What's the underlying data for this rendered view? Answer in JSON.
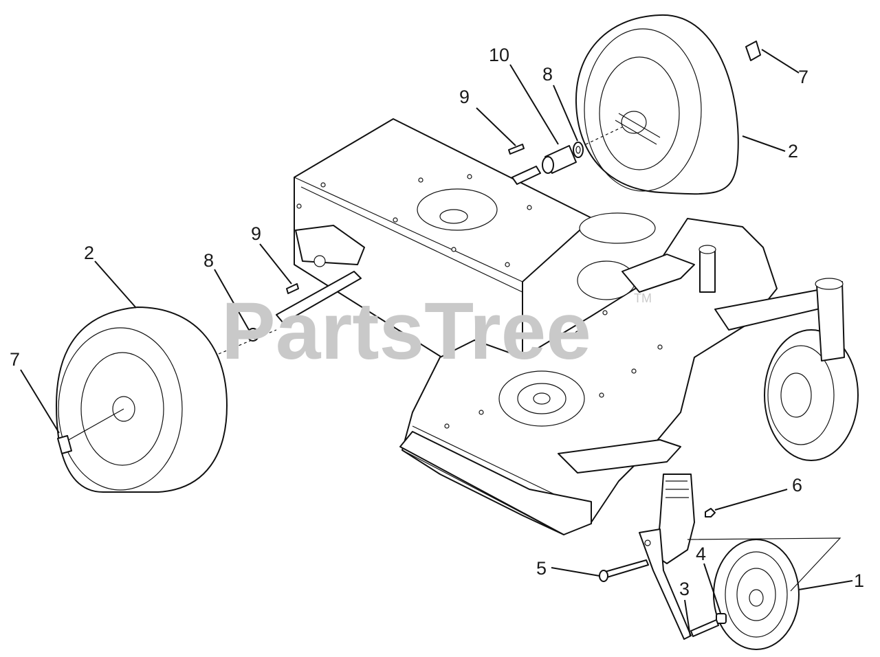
{
  "watermark": {
    "text": "PartsTree",
    "trademark": "TM"
  },
  "callouts": [
    {
      "id": "c10",
      "label": "10"
    },
    {
      "id": "c8a",
      "label": "8"
    },
    {
      "id": "c9a",
      "label": "9"
    },
    {
      "id": "c7a",
      "label": "7"
    },
    {
      "id": "c2a",
      "label": "2"
    },
    {
      "id": "c9b",
      "label": "9"
    },
    {
      "id": "c8b",
      "label": "8"
    },
    {
      "id": "c2b",
      "label": "2"
    },
    {
      "id": "c7b",
      "label": "7"
    },
    {
      "id": "c6",
      "label": "6"
    },
    {
      "id": "c4",
      "label": "4"
    },
    {
      "id": "c5",
      "label": "5"
    },
    {
      "id": "c3",
      "label": "3"
    },
    {
      "id": "c1",
      "label": "1"
    }
  ]
}
